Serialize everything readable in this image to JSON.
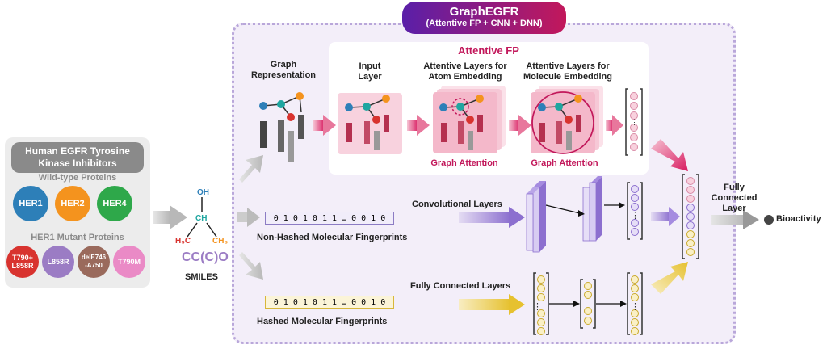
{
  "title": {
    "main": "GraphEGFR",
    "sub": "(Attentive FP + CNN + DNN)"
  },
  "attentive_fp": {
    "title": "Attentive FP",
    "graph_representation": "Graph\nRepresentation",
    "input_layer": "Input\nLayer",
    "atom_layers": "Attentive Layers for\nAtom Embedding",
    "mol_layers": "Attentive Layers for\nMolecule Embedding",
    "graph_attention_1": "Graph Attention",
    "graph_attention_2": "Graph Attention"
  },
  "left_panel": {
    "title": "Human EGFR Tyrosine\nKinase Inhibitors",
    "wild_type_label": "Wild-type Proteins",
    "wild_type": [
      {
        "label": "HER1",
        "color": "#2d7fb8"
      },
      {
        "label": "HER2",
        "color": "#f4931e"
      },
      {
        "label": "HER4",
        "color": "#2ea84a"
      }
    ],
    "mutant_label": "HER1 Mutant Proteins",
    "mutants": [
      {
        "label": "T790+\nL858R",
        "color": "#d8332f"
      },
      {
        "label": "L858R",
        "color": "#9b7cc4"
      },
      {
        "label": "delE746\n-A750",
        "color": "#9a6a5c"
      },
      {
        "label": "T790M",
        "color": "#ea8ac6"
      }
    ]
  },
  "molecule": {
    "oh": "OH",
    "ch": "CH",
    "h3c": "H₃C",
    "ch3": "CH₃",
    "smiles_string": "CC(C)O",
    "smiles_label": "SMILES"
  },
  "non_hashed": {
    "bits": "0 1 0 1 0 1 1 … 0 0 1 0",
    "label": "Non-Hashed Molecular Fingerprints",
    "layer_label": "Convolutional Layers"
  },
  "hashed": {
    "bits": "0 1 0 1 0 1 1 … 0 0 1 0",
    "label": "Hashed Molecular Fingerprints",
    "layer_label": "Fully Connected Layers"
  },
  "output": {
    "fc_label": "Fully\nConnected\nLayer",
    "result": "Bioactivity"
  },
  "colors": {
    "pink": "#d81b60",
    "purple": "#7b4fc4",
    "yellow": "#e8c53a",
    "grey": "#8a8a8a"
  }
}
